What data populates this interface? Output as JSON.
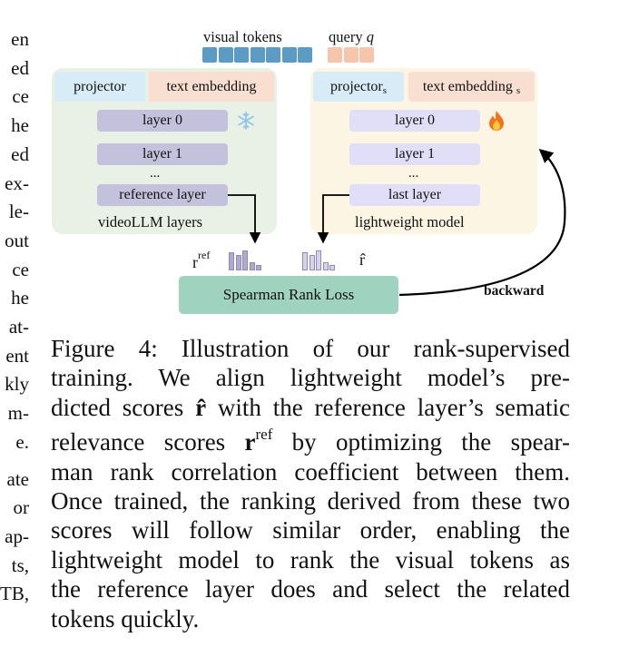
{
  "left_column": [
    "en",
    "ed",
    "ce",
    "he",
    "ed",
    "ex-",
    "le-",
    "out",
    "ce",
    "he",
    "at-",
    "ent",
    "kly",
    "m-",
    "e.",
    "ate",
    "or",
    "ap-",
    "ts,",
    "TB,"
  ],
  "figure": {
    "visual_tokens_label": "visual tokens",
    "query_label": "query",
    "query_symbol": "q",
    "left_panel": {
      "projector": "projector",
      "text_embedding": "text embedding",
      "layers": [
        "layer 0",
        "layer 1"
      ],
      "ellipsis": "...",
      "reference_layer": "reference layer",
      "caption": "videoLLM layers"
    },
    "right_panel": {
      "projector": "projector",
      "projector_sub": "s",
      "text_embedding": "text embedding",
      "text_embedding_sub": "s",
      "layers": [
        "layer 0",
        "layer 1"
      ],
      "ellipsis": "...",
      "last_layer": "last layer",
      "caption": "lightweight model"
    },
    "r_ref_base": "r",
    "r_ref_sup": "ref",
    "r_hat": "r̂",
    "loss_label": "Spearman Rank Loss",
    "backward_label": "backward",
    "colors": {
      "token_blue": "#5b9bc4",
      "query_salmon": "#f6c5ac",
      "left_panel_bg": "#e9f0e5",
      "right_panel_bg": "#fdf5e4",
      "projector_bg": "#d8ecf8",
      "text_embedding_bg": "#f9dfd2",
      "left_layer_bg": "#c3c1dc",
      "right_layer_bg": "#e1def8",
      "loss_bg": "#9fd3c0",
      "bars_dark": "#aeaacd",
      "bars_light": "#d5d2ec"
    },
    "icons": [
      "snowflake-icon",
      "fire-icon"
    ]
  },
  "caption": {
    "lines": [
      "Figure 4:  Illustration of our rank-supervised",
      "training.  We align lightweight model’s pre-",
      "dicted scores @RHAT@ with the reference layer’s sematic",
      "relevance scores @RREF@ by optimizing the spear-",
      "man rank correlation coefficient between them.",
      "Once trained, the ranking derived from these two",
      "scores will follow similar order, enabling the",
      "lightweight model to rank the visual tokens as",
      "the reference layer does and select the related",
      "tokens quickly."
    ],
    "r_hat": "r̂",
    "r_ref_base": "r",
    "r_ref_sup": "ref"
  }
}
